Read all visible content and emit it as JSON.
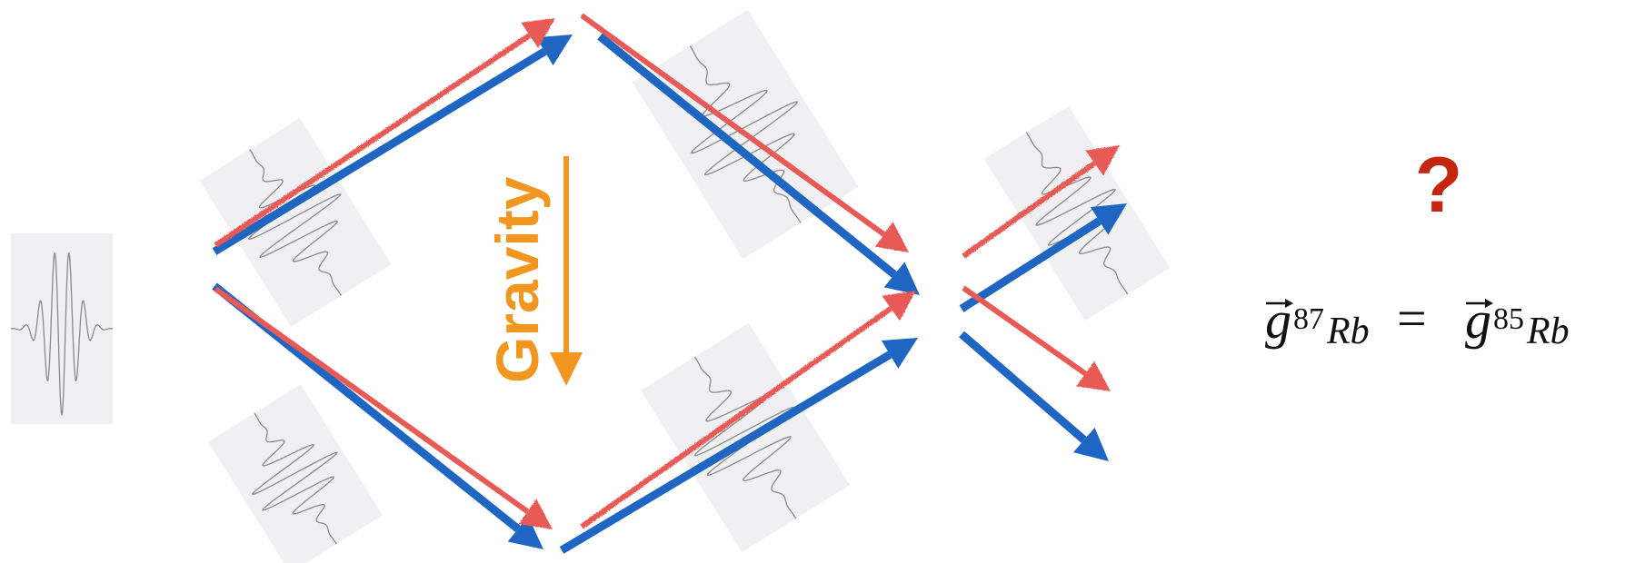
{
  "labels": {
    "gravity": "Gravity",
    "question": "?"
  },
  "equation": {
    "lhs_symbol": "g",
    "lhs_isotope": "87",
    "lhs_subscript": "Rb",
    "operator": "=",
    "rhs_symbol": "g",
    "rhs_isotope": "85",
    "rhs_subscript": "Rb"
  },
  "colors": {
    "blue_arrow": "#1f66c2",
    "red_arrow": "#e85a57",
    "gravity": "#f2961f",
    "question": "#c4260f",
    "wavepacket_line": "#8a8a8a",
    "wavepacket_bg": "#f0f0f2",
    "equation_text": "#111111"
  },
  "icons": {
    "wave_packet": "wave-packet-icon",
    "gravity_arrow": "down-arrow-icon"
  }
}
